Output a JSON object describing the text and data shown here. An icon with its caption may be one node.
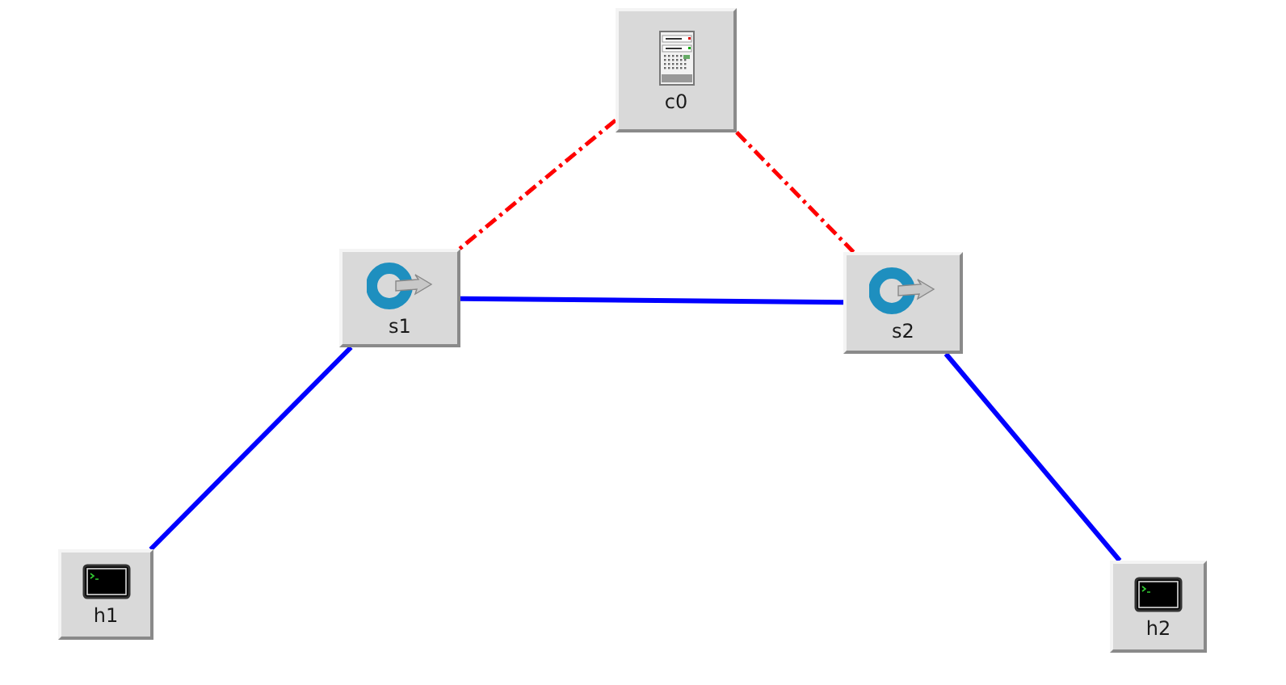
{
  "diagram": {
    "nodes": [
      {
        "text": [
          "c0"
        ]
      },
      {
        "text": [
          "s1"
        ]
      },
      {
        "text": [
          "s2"
        ]
      },
      {
        "text": [
          "h1"
        ]
      },
      {
        "text": [
          "h2"
        ]
      }
    ],
    "edges": [
      {
        "from": 0,
        "to": 1,
        "arrow": "none",
        "style": "dashed",
        "color": "#ff0000"
      },
      {
        "from": 0,
        "to": 2,
        "arrow": "none",
        "style": "dashed",
        "color": "#ff0000"
      },
      {
        "from": 1,
        "to": 2,
        "arrow": "none"
      },
      {
        "from": 1,
        "to": 3,
        "arrow": "none"
      },
      {
        "from": 2,
        "to": 4,
        "arrow": "none"
      }
    ]
  }
}
